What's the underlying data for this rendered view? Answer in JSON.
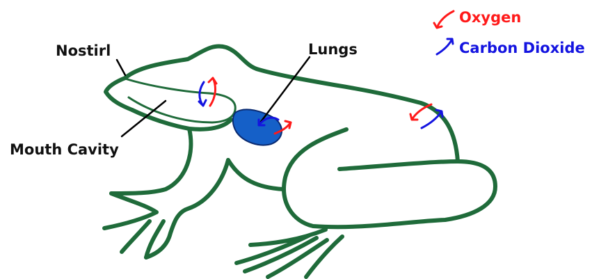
{
  "labels": {
    "nostril": "Nostirl",
    "lungs": "Lungs",
    "mouth_cavity": "Mouth Cavity"
  },
  "legend": {
    "oxygen": "Oxygen",
    "carbon_dioxide": "Carbon Dioxide"
  },
  "colors": {
    "oxygen": "#ff1a1a",
    "carbon_dioxide": "#1414e0",
    "frog_outline": "#1f6b3a",
    "lungs_fill": "#1560c8"
  }
}
